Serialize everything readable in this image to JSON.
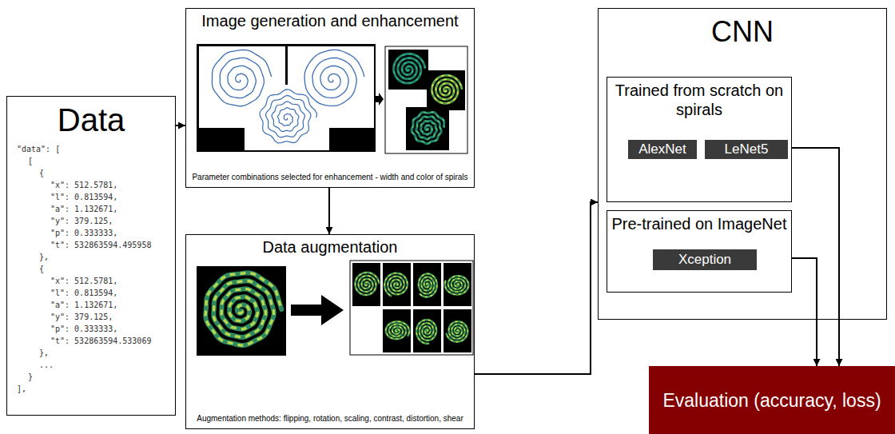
{
  "diagram": {
    "nodes": [
      {
        "text": [
          "Data",
          "\"data\": [",
          "[",
          "{",
          "\"x\": 512.5781,",
          "\"l\": 0.813594,",
          "\"a\": 1.132671,",
          "\"y\": 379.125,",
          "\"p\": 0.333333,",
          "\"t\": 532863594.495958",
          "},",
          "{",
          "\"x\": 512.5781,",
          "\"l\": 0.813594,",
          "\"a\": 1.132671,",
          "\"y\": 379.125,",
          "\"p\": 0.333333,",
          "\"t\": 532863594.533069",
          "},",
          "...",
          "}",
          "],"
        ]
      },
      {
        "text": [
          "Image generation and enhancement",
          "Parameter combinations selected for enhancement - width and color of spirals"
        ]
      },
      {
        "text": [
          "Data augmentation",
          "Augmentation methods: flipping, rotation, scaling, contrast, distortion, shear"
        ]
      },
      {
        "text": [
          "CNN"
        ]
      },
      {
        "text": [
          "Trained from scratch on spirals"
        ],
        "in": 3
      },
      {
        "text": [
          "AlexNet"
        ],
        "in": 4
      },
      {
        "text": [
          "LeNet5"
        ],
        "in": 4
      },
      {
        "text": [
          "Pre-trained on ImageNet"
        ],
        "in": 3
      },
      {
        "text": [
          "Xception"
        ],
        "in": 7
      },
      {
        "text": [
          "Evaluation (accuracy, loss)"
        ]
      }
    ],
    "edges": [
      {
        "from": 0,
        "to": 1,
        "arrow": "to"
      },
      {
        "from": 1,
        "to": 2,
        "arrow": "to"
      },
      {
        "from": 2,
        "to": 3,
        "arrow": "to"
      },
      {
        "from": 4,
        "to": 9,
        "arrow": "to"
      },
      {
        "from": 7,
        "to": 9,
        "arrow": "to"
      }
    ]
  }
}
